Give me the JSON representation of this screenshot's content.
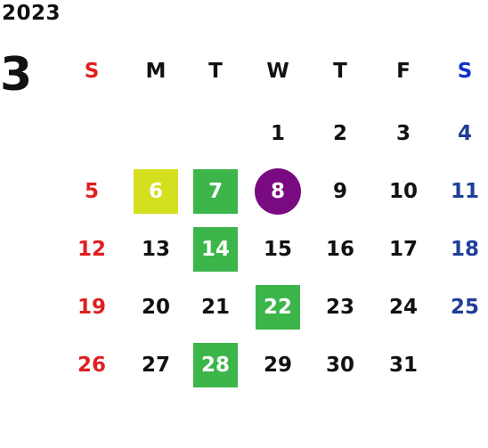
{
  "calendar": {
    "year": "2023",
    "month": "3",
    "weekdays": [
      {
        "label": "S",
        "color": "#e02020"
      },
      {
        "label": "M",
        "color": "#111111"
      },
      {
        "label": "T",
        "color": "#111111"
      },
      {
        "label": "W",
        "color": "#111111"
      },
      {
        "label": "T",
        "color": "#111111"
      },
      {
        "label": "F",
        "color": "#111111"
      },
      {
        "label": "S",
        "color": "#1030d0"
      }
    ],
    "colors": {
      "sunday": "#e02020",
      "saturday": "#1f3f99",
      "weekday": "#111111",
      "yellow_highlight": "#d4df1f",
      "green_highlight": "#3cb54a",
      "purple_circle": "#7a0a82"
    },
    "weeks": [
      [
        {
          "day": ""
        },
        {
          "day": ""
        },
        {
          "day": ""
        },
        {
          "day": "1"
        },
        {
          "day": "2"
        },
        {
          "day": "3"
        },
        {
          "day": "4"
        }
      ],
      [
        {
          "day": "5"
        },
        {
          "day": "6",
          "highlight": "yellow-square"
        },
        {
          "day": "7",
          "highlight": "green-square"
        },
        {
          "day": "8",
          "highlight": "purple-circle"
        },
        {
          "day": "9"
        },
        {
          "day": "10"
        },
        {
          "day": "11"
        }
      ],
      [
        {
          "day": "12"
        },
        {
          "day": "13"
        },
        {
          "day": "14",
          "highlight": "green-square"
        },
        {
          "day": "15"
        },
        {
          "day": "16"
        },
        {
          "day": "17"
        },
        {
          "day": "18"
        }
      ],
      [
        {
          "day": "19"
        },
        {
          "day": "20"
        },
        {
          "day": "21"
        },
        {
          "day": "22",
          "highlight": "green-square"
        },
        {
          "day": "23"
        },
        {
          "day": "24"
        },
        {
          "day": "25"
        }
      ],
      [
        {
          "day": "26"
        },
        {
          "day": "27"
        },
        {
          "day": "28",
          "highlight": "green-square"
        },
        {
          "day": "29"
        },
        {
          "day": "30"
        },
        {
          "day": "31"
        },
        {
          "day": ""
        }
      ]
    ]
  }
}
